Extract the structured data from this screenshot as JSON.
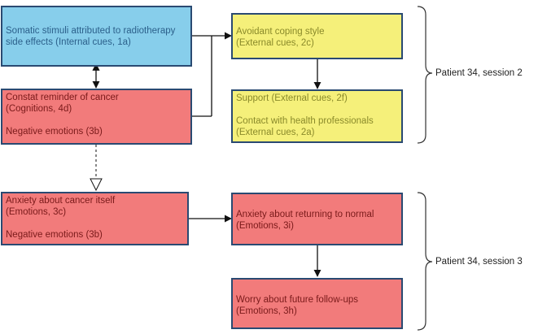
{
  "boxes": {
    "somatic": {
      "lines": [
        "Somatic stimuli attributed to radiotherapy",
        "side effects (Internal cues, 1a)"
      ]
    },
    "reminder": {
      "line1": "Constat reminder of cancer",
      "line2": "(Cognitions, 4d)",
      "line3": "Negative emotions (3b)"
    },
    "avoidant": {
      "line1": "Avoidant coping style",
      "line2": "(External cues, 2c)"
    },
    "support": {
      "line1": "Support (External cues, 2f)",
      "line2": "Contact with health professionals",
      "line3": "(External cues, 2a)"
    },
    "anxiety_cancer": {
      "line1": "Anxiety about cancer itself",
      "line2": "(Emotions, 3c)",
      "line3": "Negative emotions (3b)"
    },
    "anxiety_normal": {
      "line1": "Anxiety about returning to normal",
      "line2": "(Emotions, 3i)"
    },
    "worry": {
      "line1": "Worry about future follow-ups",
      "line2": "(Emotions, 3h)"
    }
  },
  "groups": {
    "session2": "Patient 34, session 2",
    "session3": "Patient 34, session 3"
  },
  "colors": {
    "blue": "#87ceeb",
    "yellow": "#f5f07a",
    "red": "#f27b7b",
    "border": "#2a4a72"
  }
}
